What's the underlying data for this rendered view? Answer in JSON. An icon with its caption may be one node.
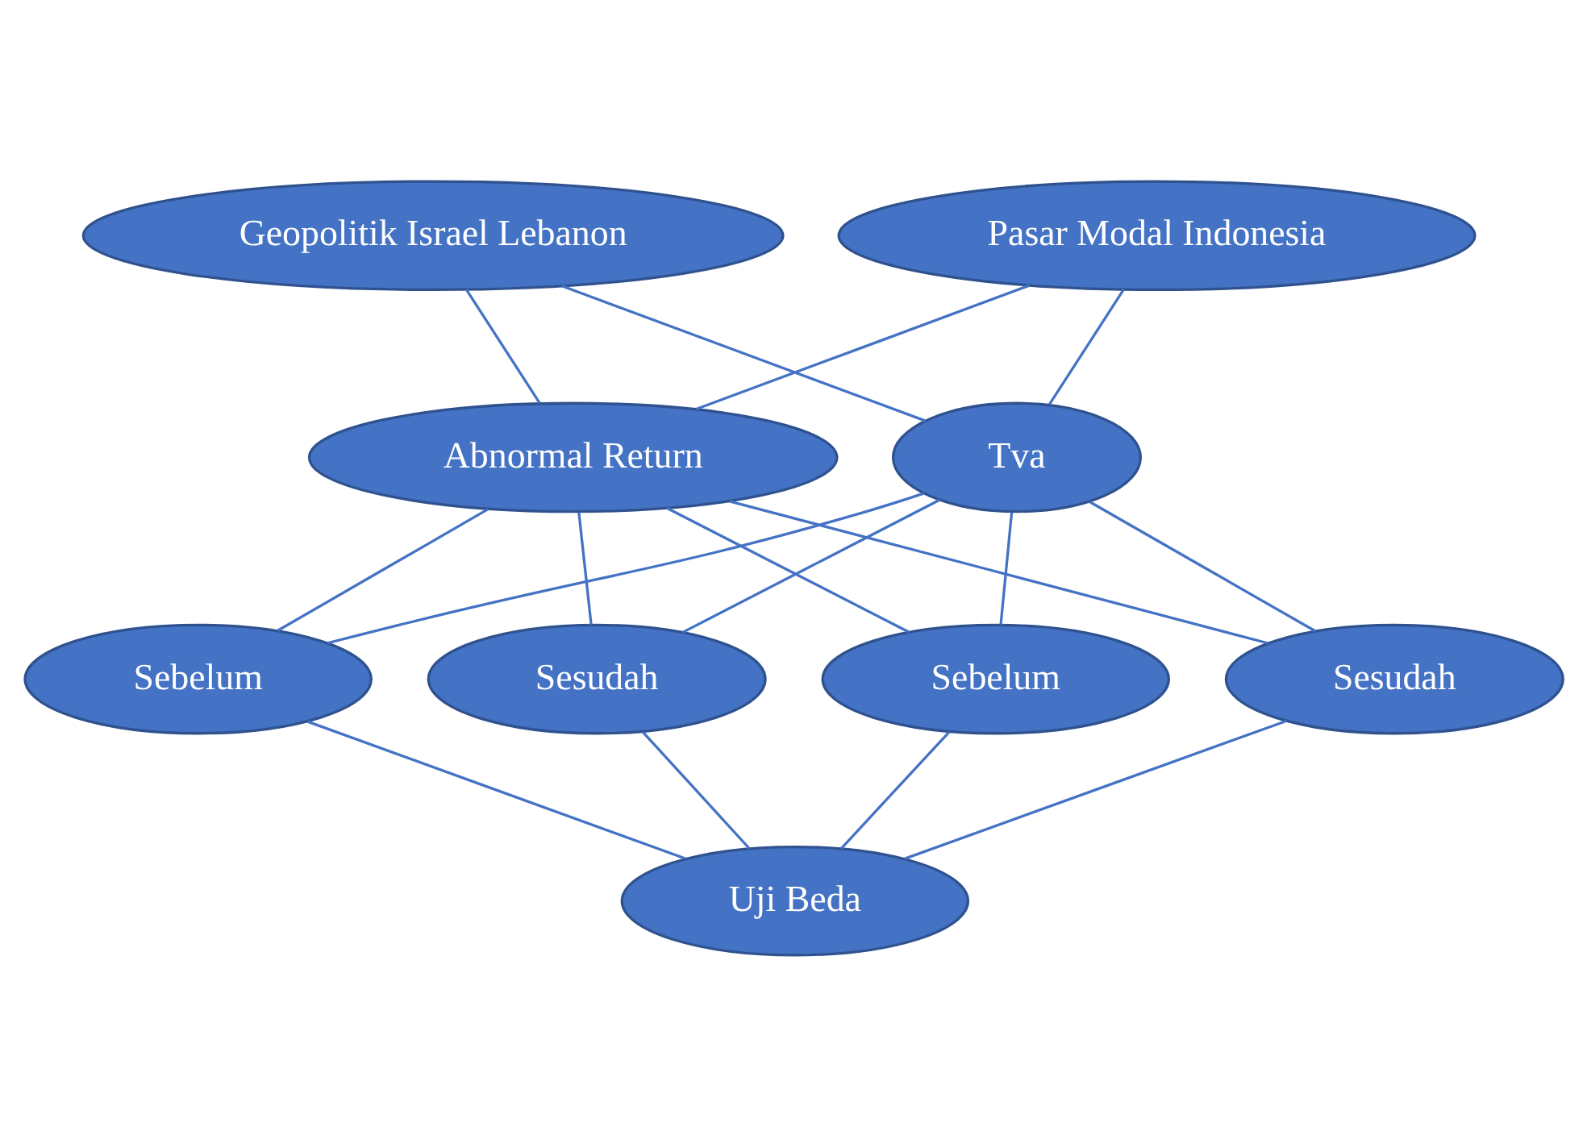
{
  "diagram": {
    "nodes": [
      {
        "text": [
          "Geopolitik Israel Lebanon"
        ]
      },
      {
        "text": [
          "Pasar Modal Indonesia"
        ]
      },
      {
        "text": [
          "Abnormal Return"
        ]
      },
      {
        "text": [
          "Tva"
        ]
      },
      {
        "text": [
          "Sebelum"
        ]
      },
      {
        "text": [
          "Sesudah"
        ]
      },
      {
        "text": [
          "Sebelum"
        ]
      },
      {
        "text": [
          "Sesudah"
        ]
      },
      {
        "text": [
          "Uji Beda"
        ]
      }
    ],
    "edges": [
      {
        "from": 0,
        "to": 2,
        "arrow": "none"
      },
      {
        "from": 0,
        "to": 3,
        "arrow": "none"
      },
      {
        "from": 1,
        "to": 2,
        "arrow": "none"
      },
      {
        "from": 1,
        "to": 3,
        "arrow": "none"
      },
      {
        "from": 2,
        "to": 4,
        "arrow": "none"
      },
      {
        "from": 2,
        "to": 5,
        "arrow": "none"
      },
      {
        "from": 2,
        "to": 6,
        "arrow": "none"
      },
      {
        "from": 2,
        "to": 7,
        "arrow": "none"
      },
      {
        "from": 3,
        "to": 4,
        "arrow": "none"
      },
      {
        "from": 3,
        "to": 5,
        "arrow": "none"
      },
      {
        "from": 3,
        "to": 6,
        "arrow": "none"
      },
      {
        "from": 3,
        "to": 7,
        "arrow": "none"
      },
      {
        "from": 4,
        "to": 8,
        "arrow": "none"
      },
      {
        "from": 5,
        "to": 8,
        "arrow": "none"
      },
      {
        "from": 6,
        "to": 8,
        "arrow": "none"
      },
      {
        "from": 7,
        "to": 8,
        "arrow": "none"
      }
    ]
  }
}
